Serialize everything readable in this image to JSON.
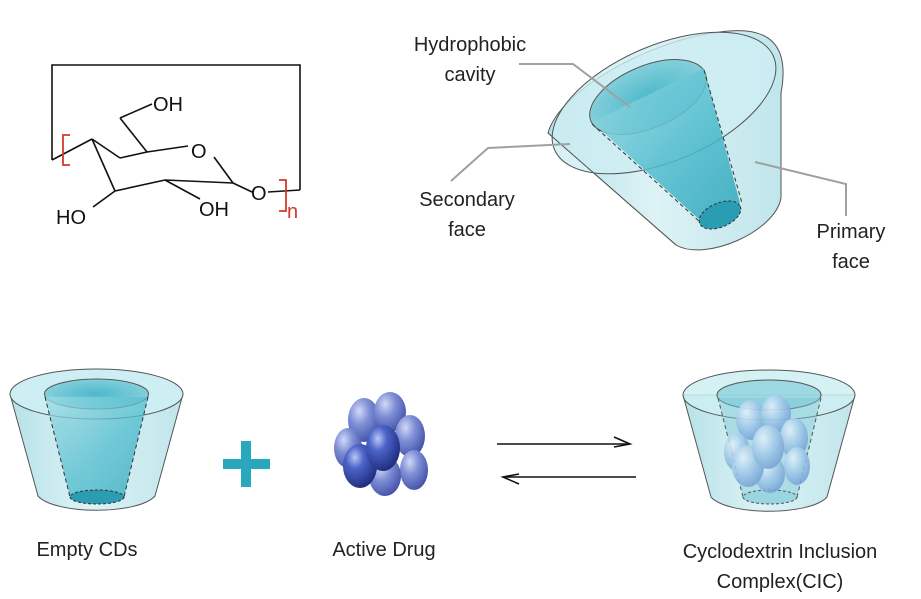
{
  "structure": {
    "oh_top": "OH",
    "ring_o": "O",
    "ho_left": "HO",
    "oh_bottom": "OH",
    "link_o": "O",
    "repeat": "n"
  },
  "cone_labels": {
    "hydrophobic_line1": "Hydrophobic",
    "hydrophobic_line2": "cavity",
    "secondary_line1": "Secondary",
    "secondary_line2": "face",
    "primary_line1": "Primary",
    "primary_line2": "face"
  },
  "bottom_labels": {
    "empty": "Empty CDs",
    "drug": "Active Drug",
    "complex_line1": "Cyclodextrin Inclusion",
    "complex_line2": "Complex(CIC)"
  },
  "colors": {
    "cone_fill": "#c8e9ee",
    "cone_inner": "#5ec3d3",
    "plus": "#2aa6bd",
    "drug_dark": "#2b3f9e",
    "drug_light": "#8fa2e0",
    "bracket": "#d23a2a"
  }
}
